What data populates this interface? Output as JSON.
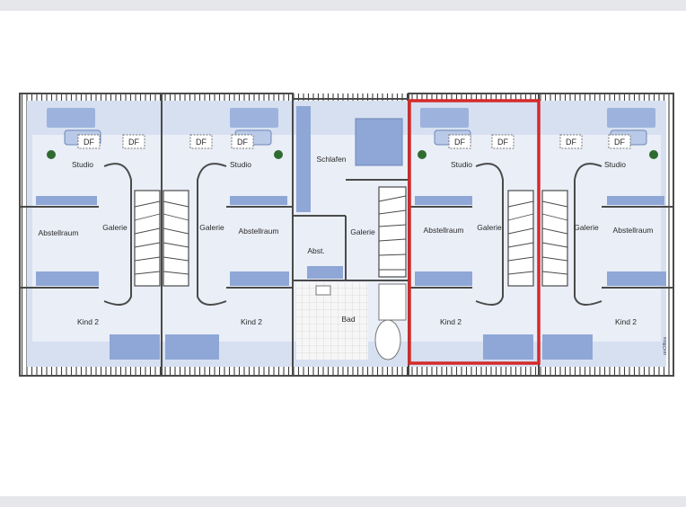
{
  "rooms": {
    "studio": "Studio",
    "abstellraum": "Abstellraum",
    "galerie": "Galerie",
    "kind2": "Kind 2",
    "schlafen": "Schlafen",
    "abst": "Abst.",
    "bad": "Bad",
    "df": "DF"
  },
  "brand": "onOffice",
  "colors": {
    "wall": "#4a4a4a",
    "floor": "#e9edf6",
    "roof": "#cfd9ee",
    "furniture": "#8fa7d6",
    "highlight": "#d42a2a"
  }
}
